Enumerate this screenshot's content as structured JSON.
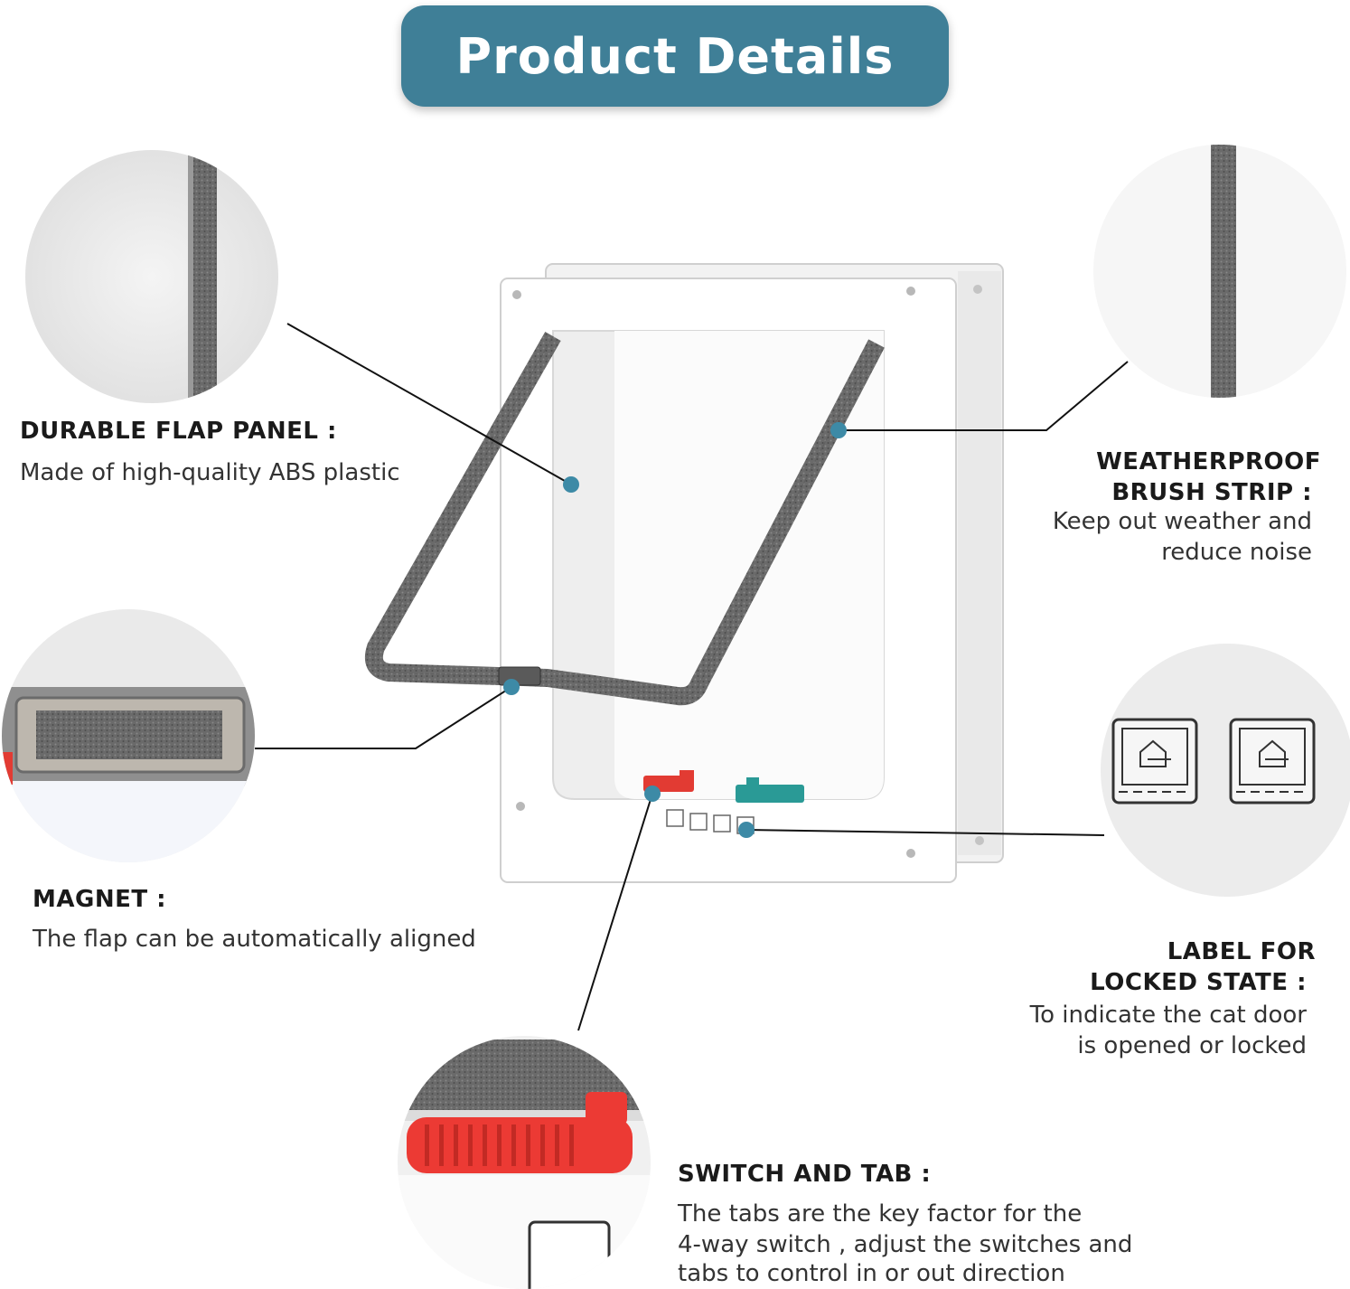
{
  "header": {
    "title": "Product Details"
  },
  "colors": {
    "accent": "#3f7f97",
    "dot": "#3d8aa6",
    "brush": "#6e6e6e",
    "switch_red": "#e23b33",
    "switch_teal": "#2a9a96"
  },
  "features": [
    {
      "title": "DURABLE FLAP PANEL :",
      "desc": [
        "Made of high-quality ABS plastic"
      ]
    },
    {
      "title": "WEATHERPROOF",
      "title2": "BRUSH STRIP :",
      "desc": [
        "Keep out weather and",
        "reduce noise"
      ]
    },
    {
      "title": "MAGNET :",
      "desc": [
        "The flap can be automatically aligned"
      ]
    },
    {
      "title": "LABEL FOR",
      "title2": "LOCKED STATE :",
      "desc": [
        "To indicate the cat door",
        "is opened or locked"
      ]
    },
    {
      "title": "SWITCH AND TAB :",
      "desc": [
        "The tabs are the key factor for the",
        "4-way switch , adjust the switches and",
        "tabs to control in or out direction"
      ]
    }
  ]
}
